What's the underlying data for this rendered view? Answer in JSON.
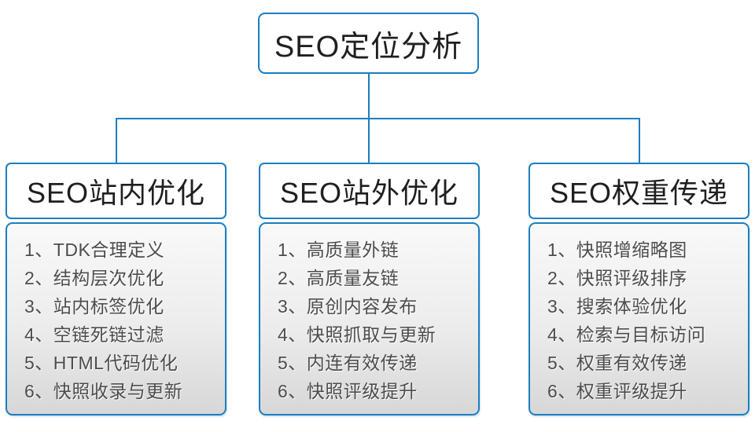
{
  "diagram_title": "SEO定位分析",
  "colors": {
    "accent": "#1b7ec2",
    "header_text": "#1f1f1f",
    "item_text": "#4c4c4c",
    "list_bg_top": "#f9f9f9",
    "list_bg_bottom": "#d7d7d7"
  },
  "root": {
    "title": "SEO定位分析"
  },
  "columns": [
    {
      "title": "SEO站内优化",
      "items": [
        "1、TDK合理定义",
        "2、结构层次优化",
        "3、站内标签优化",
        "4、空链死链过滤",
        "5、HTML代码优化",
        "6、快照收录与更新"
      ]
    },
    {
      "title": "SEO站外优化",
      "items": [
        "1、高质量外链",
        "2、高质量友链",
        "3、原创内容发布",
        "4、快照抓取与更新",
        "5、内连有效传递",
        "6、快照评级提升"
      ]
    },
    {
      "title": "SEO权重传递",
      "items": [
        "1、快照增缩略图",
        "2、快照评级排序",
        "3、搜索体验优化",
        "4、检索与目标访问",
        "5、权重有效传递",
        "6、权重评级提升"
      ]
    }
  ]
}
